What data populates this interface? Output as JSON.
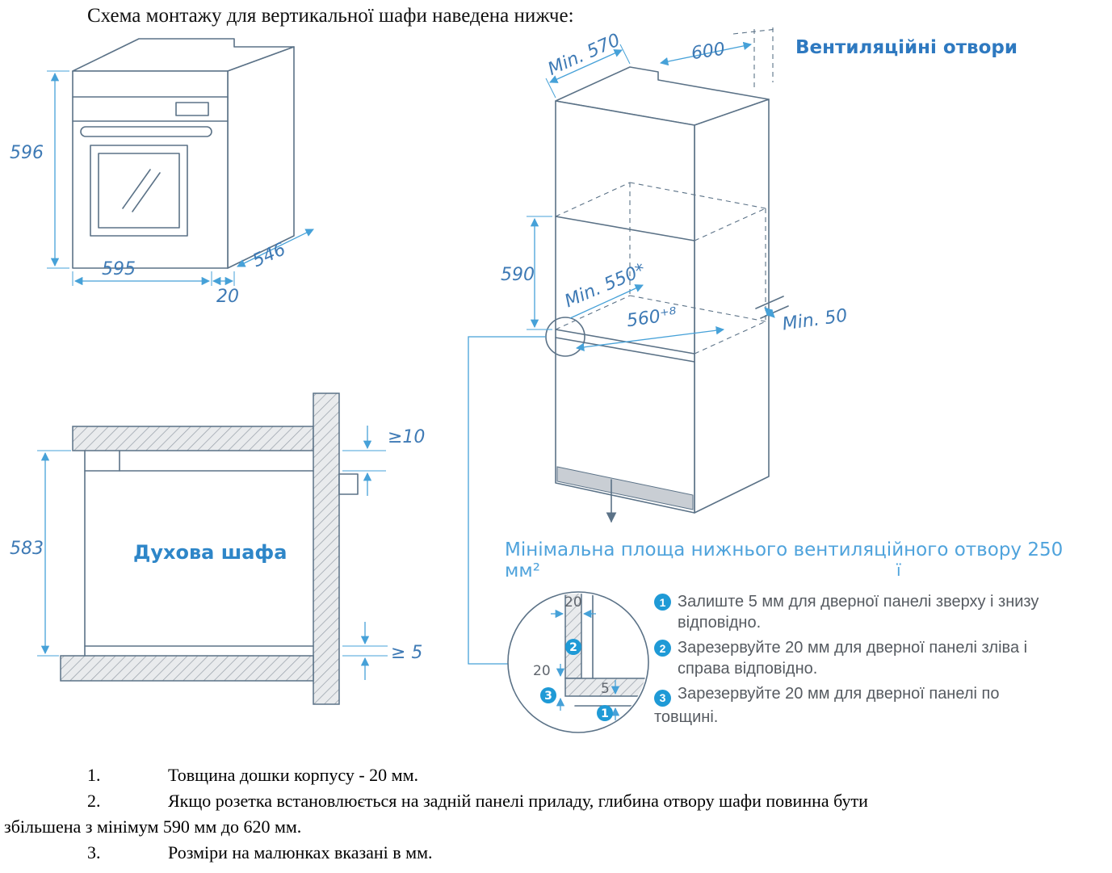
{
  "title": "Схема монтажу для вертикальної шафи наведена нижче:",
  "oven": {
    "height": "596",
    "width": "595",
    "depth": "546",
    "door_gap": "20"
  },
  "cabinet": {
    "min_depth": "Min. 570",
    "width": "600",
    "vent_label": "Вентиляційні отвори",
    "niche_height": "590",
    "min_inner_depth": "Min. 550*",
    "niche_width": "560⁺⁸",
    "rear_gap": "Min. 50",
    "vent_note": "Мінімальна площа нижнього вентиляційного отвору 250 мм²",
    "vent_note_overflow": "ї"
  },
  "section": {
    "niche_height": "583",
    "oven_label": "Духова шафа",
    "top_gap": "≥10",
    "bottom_gap": "≥ 5"
  },
  "detail": {
    "side_reserve": "20",
    "thickness_reserve": "20",
    "top_bottom_reserve": "5",
    "badge1": "1",
    "badge2": "2",
    "badge3": "3"
  },
  "legend": {
    "items": [
      {
        "num": "1",
        "text": "Залиште 5 мм для дверної панелі зверху і знизу відповідно."
      },
      {
        "num": "2",
        "text": "Зарезервуйте 20 мм для дверної панелі зліва і справа відповідно."
      },
      {
        "num": "3",
        "text": "Зарезервуйте 20 мм для дверної панелі по товщині."
      }
    ]
  },
  "notes": [
    {
      "num": "1.",
      "text": "Товщина дошки корпусу - 20 мм."
    },
    {
      "num": "2.",
      "text": "Якщо розетка встановлюється на задній панелі приладу, глибина отвору шафи повинна бути",
      "text2": "збільшена з мінімум 590 мм до 620 мм."
    },
    {
      "num": "3.",
      "text": "Розміри на малюнках вказані в мм."
    }
  ],
  "colors": {
    "outline": "#5b7287",
    "dim_line": "#46a1d8",
    "dim_text": "#3e7ab5",
    "label_blue": "#2e79c0",
    "note_blue": "#4fa3dc",
    "badge": "#1f9ad6"
  }
}
